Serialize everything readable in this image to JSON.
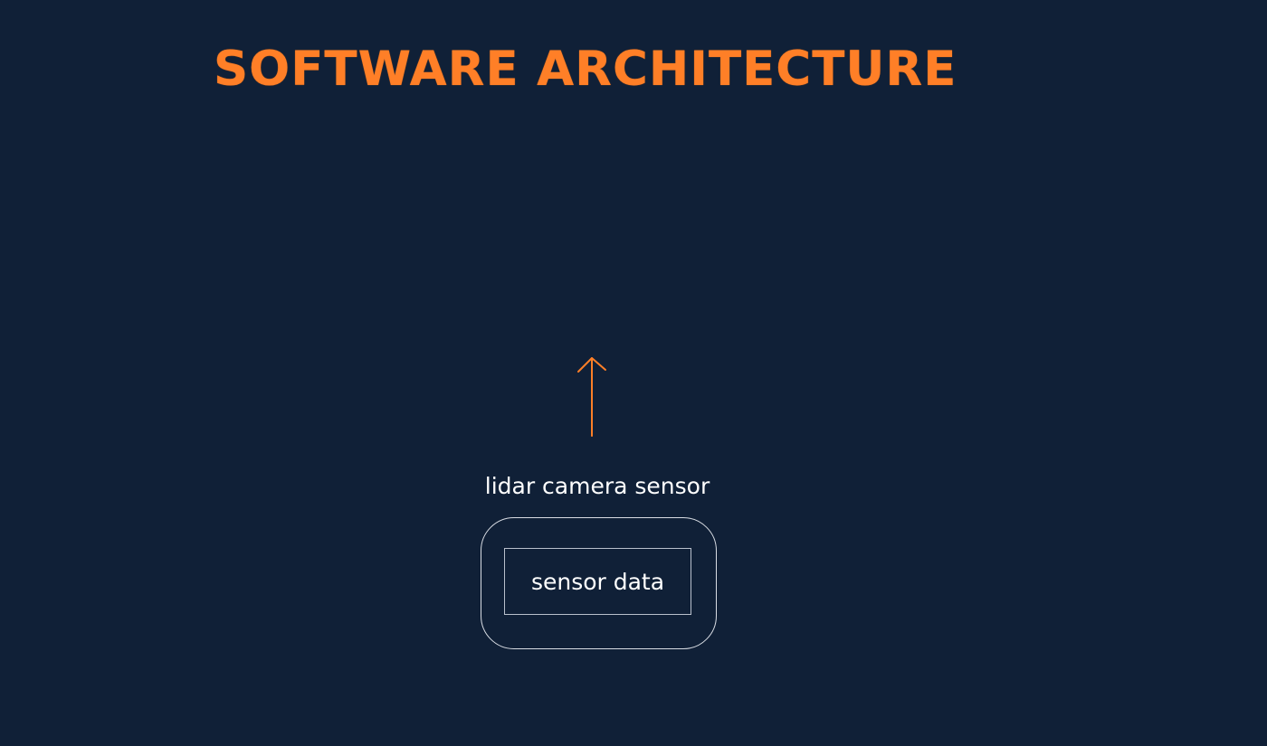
{
  "title": "SOFTWARE ARCHITECTURE",
  "diagram": {
    "arrow_color": "#ff7f27",
    "node_label": "lidar  camera  sensor",
    "inner_box_label": "sensor  data"
  },
  "colors": {
    "background": "#102037",
    "title": "#ff7f27",
    "text": "#ffffff"
  }
}
